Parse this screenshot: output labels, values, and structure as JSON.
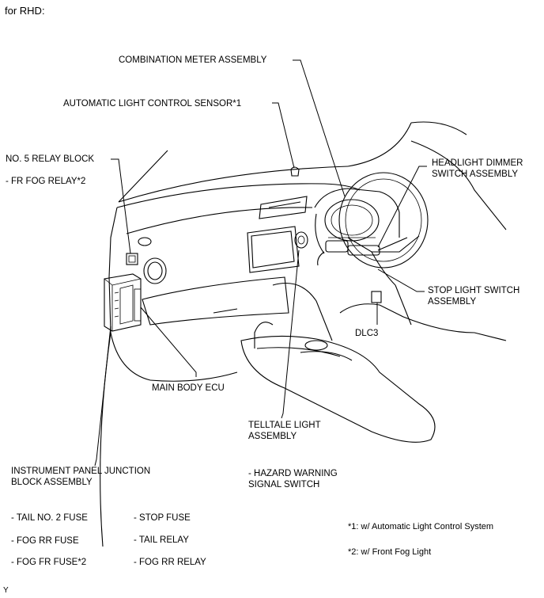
{
  "header": "for RHD:",
  "callouts": {
    "combination_meter": "COMBINATION METER ASSEMBLY",
    "auto_light_sensor": "AUTOMATIC LIGHT CONTROL SENSOR*1",
    "relay_block": "NO. 5 RELAY BLOCK",
    "fr_fog_relay": "- FR FOG RELAY*2",
    "headlight_dimmer_1": "HEADLIGHT DIMMER",
    "headlight_dimmer_2": "SWITCH ASSEMBLY",
    "stop_light_1": "STOP LIGHT SWITCH",
    "stop_light_2": "ASSEMBLY",
    "dlc3": "DLC3",
    "main_body_ecu": "MAIN BODY ECU",
    "telltale_1": "TELLTALE LIGHT",
    "telltale_2": "ASSEMBLY",
    "hazard_1": "- HAZARD WARNING",
    "hazard_2": "SIGNAL SWITCH",
    "junction_1": "INSTRUMENT PANEL JUNCTION",
    "junction_2": "BLOCK ASSEMBLY"
  },
  "fuses": {
    "col1": [
      "- TAIL NO. 2 FUSE",
      "- FOG RR FUSE",
      "- FOG FR FUSE*2"
    ],
    "col2": [
      "- STOP FUSE",
      "- TAIL RELAY",
      "- FOG RR RELAY"
    ]
  },
  "footnotes": [
    "*1: w/ Automatic Light Control System",
    "*2: w/ Front Fog Light"
  ],
  "corner_mark": "Y"
}
